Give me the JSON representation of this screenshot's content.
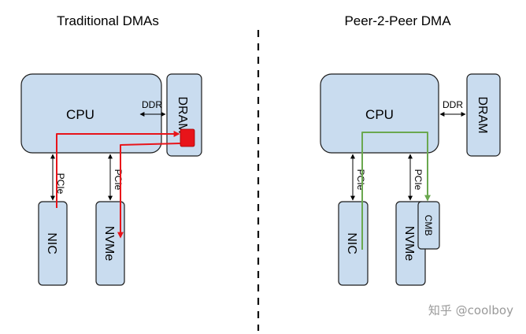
{
  "left_panel": {
    "title": "Traditional DMAs",
    "cpu": "CPU",
    "dram": "DRAM",
    "ddr": "DDR",
    "nic": "NIC",
    "nvme": "NVMe",
    "pcie_nic": "PCIe",
    "pcie_nvme": "PCIe",
    "path_color": "#e8141a",
    "buffer_color": "#e8141a"
  },
  "right_panel": {
    "title": "Peer-2-Peer DMA",
    "cpu": "CPU",
    "dram": "DRAM",
    "ddr": "DDR",
    "nic": "NIC",
    "nvme": "NVMe",
    "cmb": "CMB",
    "pcie_nic": "PCIe",
    "pcie_nvme": "PCIe",
    "path_color": "#6aa84f"
  },
  "box_color": "#c9dcef",
  "watermark": "知乎 @coolboy"
}
